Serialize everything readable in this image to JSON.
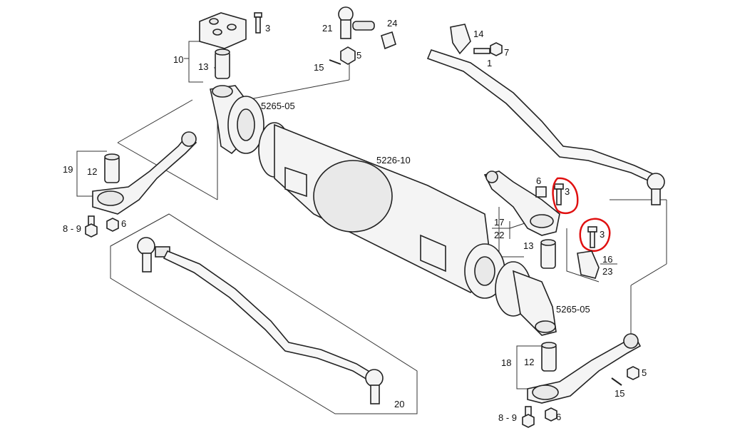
{
  "colors": {
    "line": "#222222",
    "highlight": "#e01010",
    "background": "#ffffff"
  },
  "labels": {
    "l3_top": "3",
    "l10": "10",
    "l13_top": "13",
    "l21": "21",
    "l24": "24",
    "l5_top": "5",
    "l15_top": "15",
    "l14": "14",
    "l7": "7",
    "l1": "1",
    "l5265_top": "5265-05",
    "l19": "19",
    "l12_left": "12",
    "l8_9_left": "8 - 9",
    "l6_left": "6",
    "l5226": "5226-10",
    "l6_right": "6",
    "l3_mid": "3",
    "l17": "17",
    "l22": "22",
    "l3_hl2": "3",
    "l13_right": "13",
    "l16": "16",
    "l23": "23",
    "l5265_bottom": "5265-05",
    "l18": "18",
    "l12_right": "12",
    "l5_bottom": "5",
    "l15_bottom": "15",
    "l8_9_bottom": "8 - 9",
    "l6_bottom": "6",
    "l20": "20"
  }
}
